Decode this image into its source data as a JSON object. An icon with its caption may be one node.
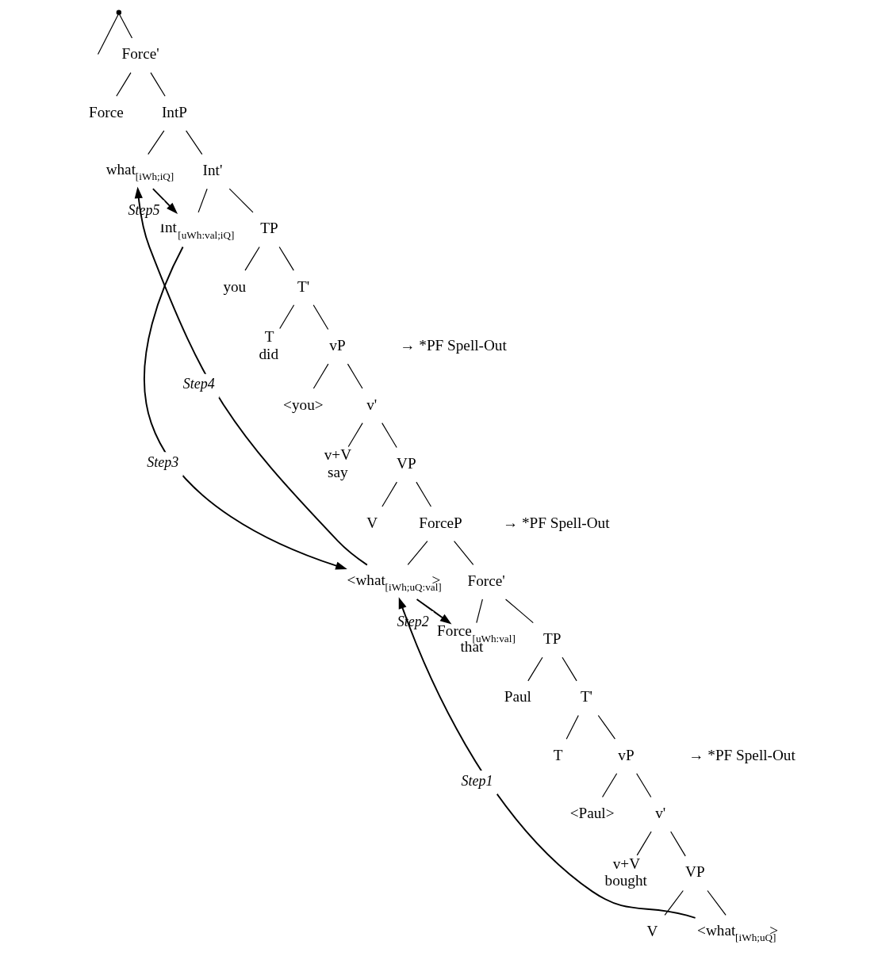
{
  "diagram": {
    "nodes": [
      {
        "text": [],
        "shape": "point"
      },
      {
        "text": [
          "Force'"
        ]
      },
      {
        "text": [
          "Force"
        ]
      },
      {
        "text": [
          "IntP"
        ]
      },
      {
        "text": [
          "what$_{[iWh;iQ]}$"
        ]
      },
      {
        "text": [
          "Int'"
        ]
      },
      {
        "text": [
          "Int$_{[uWh:val;iQ]}$"
        ]
      },
      {
        "text": [
          "TP"
        ]
      },
      {
        "text": [
          "you"
        ]
      },
      {
        "text": [
          "T'"
        ]
      },
      {
        "text": [
          "T",
          "did"
        ]
      },
      {
        "text": [
          "vP"
        ],
        "beside": [
          "→ *PF Spell-Out"
        ]
      },
      {
        "text": [
          "<you>"
        ]
      },
      {
        "text": [
          "v'"
        ]
      },
      {
        "text": [
          "v+V",
          "say"
        ]
      },
      {
        "text": [
          "VP"
        ]
      },
      {
        "text": [
          "V"
        ]
      },
      {
        "text": [
          "ForceP"
        ],
        "beside": [
          "→ *PF Spell-Out"
        ]
      },
      {
        "text": [
          "<what$_{[iWh;uQ:val]}$>"
        ]
      },
      {
        "text": [
          "Force'"
        ]
      },
      {
        "text": [
          "Force$_{[uWh:val]}$",
          "that"
        ]
      },
      {
        "text": [
          "TP"
        ]
      },
      {
        "text": [
          "Paul"
        ]
      },
      {
        "text": [
          "T'"
        ]
      },
      {
        "text": [
          "T"
        ]
      },
      {
        "text": [
          "vP"
        ],
        "beside": [
          "→ *PF Spell-Out"
        ]
      },
      {
        "text": [
          "<Paul>"
        ]
      },
      {
        "text": [
          "v'"
        ]
      },
      {
        "text": [
          "v+V",
          "bought"
        ]
      },
      {
        "text": [
          "VP"
        ]
      },
      {
        "text": [
          "V"
        ]
      },
      {
        "text": [
          "<what$_{[iWh;uQ]}$>"
        ]
      }
    ],
    "edges": [
      {
        "from": 0,
        "to": null,
        "arrow": "none"
      },
      {
        "from": 0,
        "to": 1,
        "arrow": "none"
      },
      {
        "from": 1,
        "to": 2,
        "arrow": "none"
      },
      {
        "from": 1,
        "to": 3,
        "arrow": "none"
      },
      {
        "from": 3,
        "to": 4,
        "arrow": "none"
      },
      {
        "from": 3,
        "to": 5,
        "arrow": "none"
      },
      {
        "from": 5,
        "to": 6,
        "arrow": "none"
      },
      {
        "from": 5,
        "to": 7,
        "arrow": "none"
      },
      {
        "from": 7,
        "to": 8,
        "arrow": "none"
      },
      {
        "from": 7,
        "to": 9,
        "arrow": "none"
      },
      {
        "from": 9,
        "to": 10,
        "arrow": "none"
      },
      {
        "from": 9,
        "to": 11,
        "arrow": "none"
      },
      {
        "from": 11,
        "to": 12,
        "arrow": "none"
      },
      {
        "from": 11,
        "to": 13,
        "arrow": "none"
      },
      {
        "from": 13,
        "to": 14,
        "arrow": "none"
      },
      {
        "from": 13,
        "to": 15,
        "arrow": "none"
      },
      {
        "from": 15,
        "to": 16,
        "arrow": "none"
      },
      {
        "from": 15,
        "to": 17,
        "arrow": "none"
      },
      {
        "from": 17,
        "to": 18,
        "arrow": "none"
      },
      {
        "from": 17,
        "to": 19,
        "arrow": "none"
      },
      {
        "from": 19,
        "to": 20,
        "arrow": "none"
      },
      {
        "from": 19,
        "to": 21,
        "arrow": "none"
      },
      {
        "from": 21,
        "to": 22,
        "arrow": "none"
      },
      {
        "from": 21,
        "to": 23,
        "arrow": "none"
      },
      {
        "from": 23,
        "to": 24,
        "arrow": "none"
      },
      {
        "from": 23,
        "to": 25,
        "arrow": "none"
      },
      {
        "from": 25,
        "to": 26,
        "arrow": "none"
      },
      {
        "from": 25,
        "to": 27,
        "arrow": "none"
      },
      {
        "from": 27,
        "to": 28,
        "arrow": "none"
      },
      {
        "from": 27,
        "to": 29,
        "arrow": "none"
      },
      {
        "from": 29,
        "to": 30,
        "arrow": "none"
      },
      {
        "from": 29,
        "to": 31,
        "arrow": "none"
      },
      {
        "from": 31,
        "to": 18,
        "arrow": "to",
        "label": "Step1"
      },
      {
        "from": 18,
        "to": 20,
        "arrow": "to",
        "label": "Step2"
      },
      {
        "from": 6,
        "to": 18,
        "arrow": "to",
        "label": "Step3"
      },
      {
        "from": 18,
        "to": 4,
        "arrow": "to",
        "label": "Step4"
      },
      {
        "from": 4,
        "to": 6,
        "arrow": "to",
        "label": "Step5"
      }
    ]
  }
}
